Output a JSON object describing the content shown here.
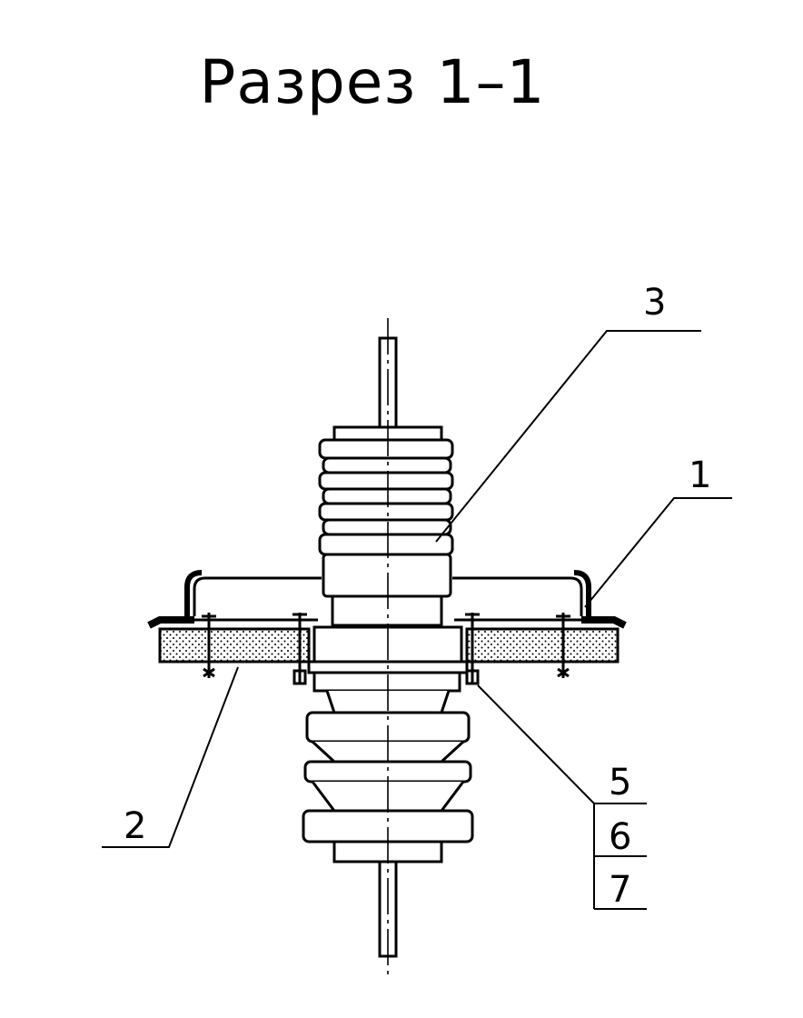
{
  "title": "Разрез 1–1",
  "callouts": {
    "c1": "1",
    "c2": "2",
    "c3": "3",
    "c5": "5",
    "c6": "6",
    "c7": "7"
  },
  "colors": {
    "ink": "#000000",
    "background": "#ffffff"
  }
}
